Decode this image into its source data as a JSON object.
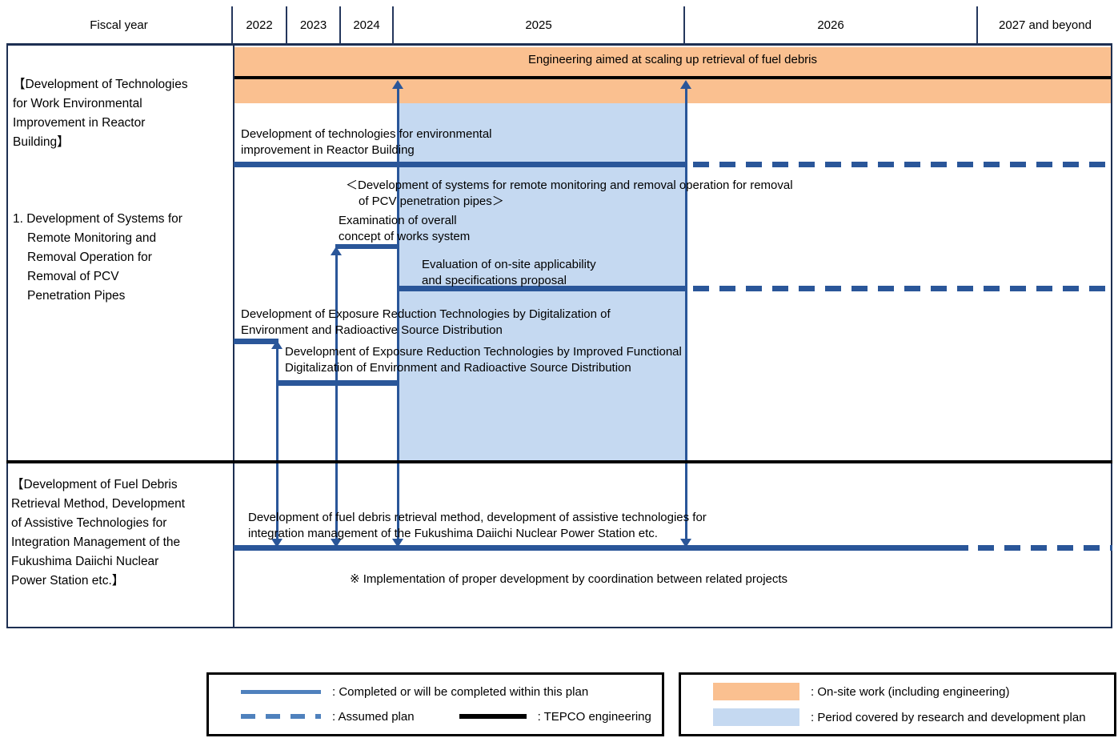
{
  "header": {
    "fiscal_year_label": "Fiscal year",
    "years": [
      "2022",
      "2023",
      "2024",
      "2025",
      "2026",
      "2027 and beyond"
    ]
  },
  "engineering_band": {
    "label": "Engineering aimed at scaling up retrieval of fuel debris"
  },
  "top_section": {
    "category_a": "【Development of Technologies\nfor Work Environmental\nImprovement in Reactor\nBuilding】",
    "category_b": "1. Development of Systems for\nRemote Monitoring and\nRemoval Operation for\nRemoval of PCV\nPenetration Pipes",
    "labels": {
      "env_improvement": "Development of technologies for environmental\nimprovement in Reactor Building",
      "pcv_systems_heading": "＜Development of systems for remote monitoring and removal operation  for removal\nof PCV  penetration pipes＞",
      "examination": "Examination of overall\nconcept of works system",
      "evaluation": "Evaluation of on-site applicability\nand specifications proposal",
      "exposure_digitalization": "Development of Exposure Reduction Technologies by Digitalization of\nEnvironment and Radioactive Source Distribution",
      "exposure_improved": "Development of Exposure Reduction Technologies by Improved Functional\nDigitalization of Environment and Radioactive Source Distribution"
    }
  },
  "bottom_section": {
    "category": "【Development of Fuel Debris\nRetrieval Method, Development\nof Assistive Technologies for\nIntegration Management of the\nFukushima Daiichi Nuclear\nPower Station etc.】",
    "task": "Development of fuel debris retrieval method, development of assistive technologies for\nintegration management of the Fukushima Daiichi Nuclear Power Station etc.",
    "note": "※ Implementation of proper development by coordination between related projects"
  },
  "legend_plan": {
    "completed": ": Completed or will be completed within this plan",
    "assumed": ": Assumed plan",
    "tepco": ": TEPCO engineering"
  },
  "legend_period": {
    "onsite": ": On-site work (including engineering)",
    "rnd": ": Period covered by research and development plan"
  },
  "colors": {
    "bar_navy": "#2A5699",
    "legend_blue": "#4F81BD",
    "onsite_orange": "#FAC090",
    "rnd_blue": "#C5D9F1",
    "tepco_black": "#000000"
  },
  "bars": [
    {
      "task": "Development of technologies for environmental improvement in Reactor Building",
      "solid_span": "FY2022 to mid-FY2026",
      "dashed_span": "mid-FY2026 to 2027 and beyond"
    },
    {
      "task": "Examination of overall concept of works system",
      "solid_span": "mid-FY2023 to end-FY2024"
    },
    {
      "task": "Evaluation of on-site applicability and specifications proposal",
      "solid_span": "FY2025 to mid-FY2026",
      "dashed_span": "mid-FY2026 to 2027 and beyond"
    },
    {
      "task": "Development of Exposure Reduction Technologies by Digitalization of Environment and Radioactive Source Distribution",
      "solid_span": "FY2022"
    },
    {
      "task": "Development of Exposure Reduction Technologies by Improved Functional Digitalization of Environment and Radioactive Source Distribution",
      "solid_span": "FY2023 to end-FY2024"
    },
    {
      "task": "Development of fuel debris retrieval method, development of assistive technologies for integration management of the Fukushima Daiichi Nuclear Power Station etc.",
      "solid_span": "FY2022 to end-FY2026",
      "dashed_span": "2027 and beyond"
    }
  ]
}
